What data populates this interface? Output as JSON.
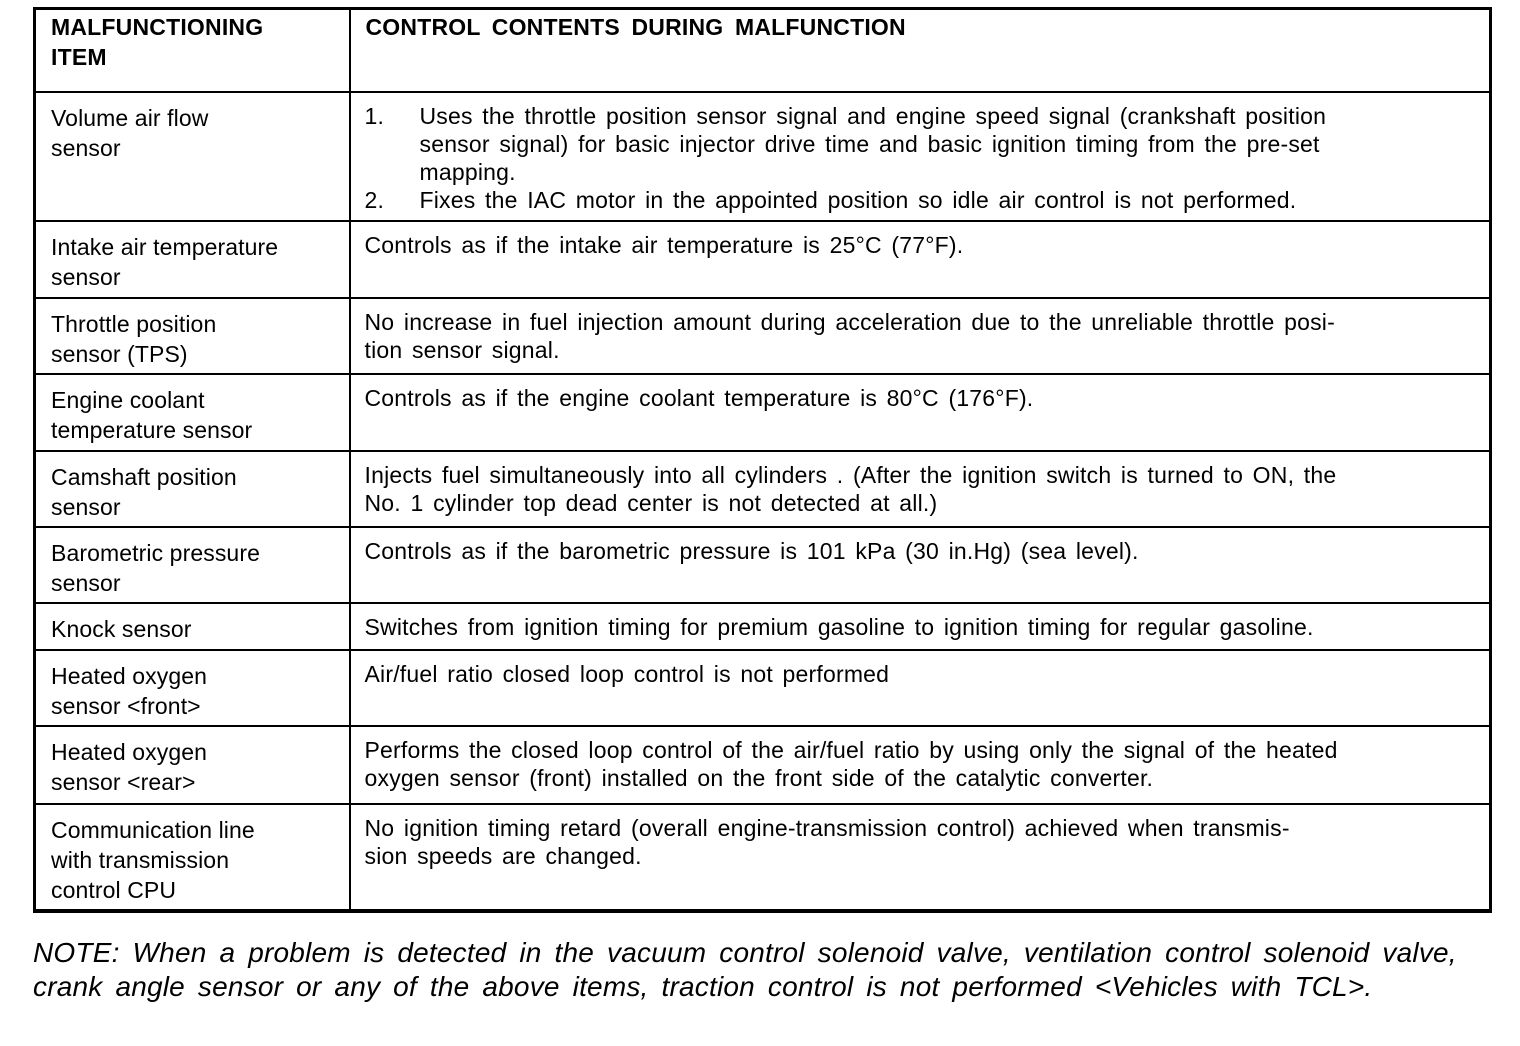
{
  "table": {
    "headers": {
      "item": "MALFUNCTIONING\nITEM",
      "content": "CONTROL CONTENTS DURING MALFUNCTION"
    },
    "rows": [
      {
        "item": "Volume air flow\nsensor",
        "list": [
          {
            "num": "1.",
            "text": "Uses the throttle position sensor signal and engine speed signal (crankshaft position\nsensor signal) for basic injector drive time and basic ignition timing from the pre-set\nmapping."
          },
          {
            "num": "2.",
            "text": "Fixes the IAC motor in the appointed position so idle air control is not performed."
          }
        ]
      },
      {
        "item": "Intake air temperature\nsensor",
        "content": "Controls as if the intake air temperature is 25°C (77°F)."
      },
      {
        "item": "Throttle position\nsensor (TPS)",
        "content": "No increase in fuel injection amount during acceleration due to the unreliable throttle posi-\ntion sensor signal."
      },
      {
        "item": "Engine coolant\ntemperature sensor",
        "content": "Controls as if the engine coolant temperature is 80°C (176°F)."
      },
      {
        "item": "Camshaft position\nsensor",
        "content": "Injects fuel simultaneously into all cylinders . (After the ignition switch is turned to ON, the\nNo. 1 cylinder top dead center is not detected at all.)"
      },
      {
        "item": "Barometric pressure\nsensor",
        "content": "Controls as if the barometric pressure is 101 kPa (30 in.Hg) (sea level)."
      },
      {
        "item": "Knock sensor",
        "content": "Switches from ignition timing for premium gasoline to ignition timing for regular gasoline."
      },
      {
        "item": "Heated oxygen\nsensor <front>",
        "content": "Air/fuel ratio closed loop control is not performed"
      },
      {
        "item": "Heated oxygen\nsensor <rear>",
        "content": "Performs the closed loop control of the air/fuel ratio by using only the signal of the heated\noxygen sensor (front) installed on the front side of the catalytic converter."
      },
      {
        "item": "Communication line\nwith transmission\ncontrol CPU",
        "content": "No ignition timing retard (overall engine-transmission control) achieved when transmis-\nsion speeds are changed."
      }
    ]
  },
  "note": "NOTE: When a problem is detected in the vacuum control solenoid valve, ventilation control solenoid valve,\ncrank angle sensor or any of the above items, traction control is not performed <Vehicles with TCL>."
}
